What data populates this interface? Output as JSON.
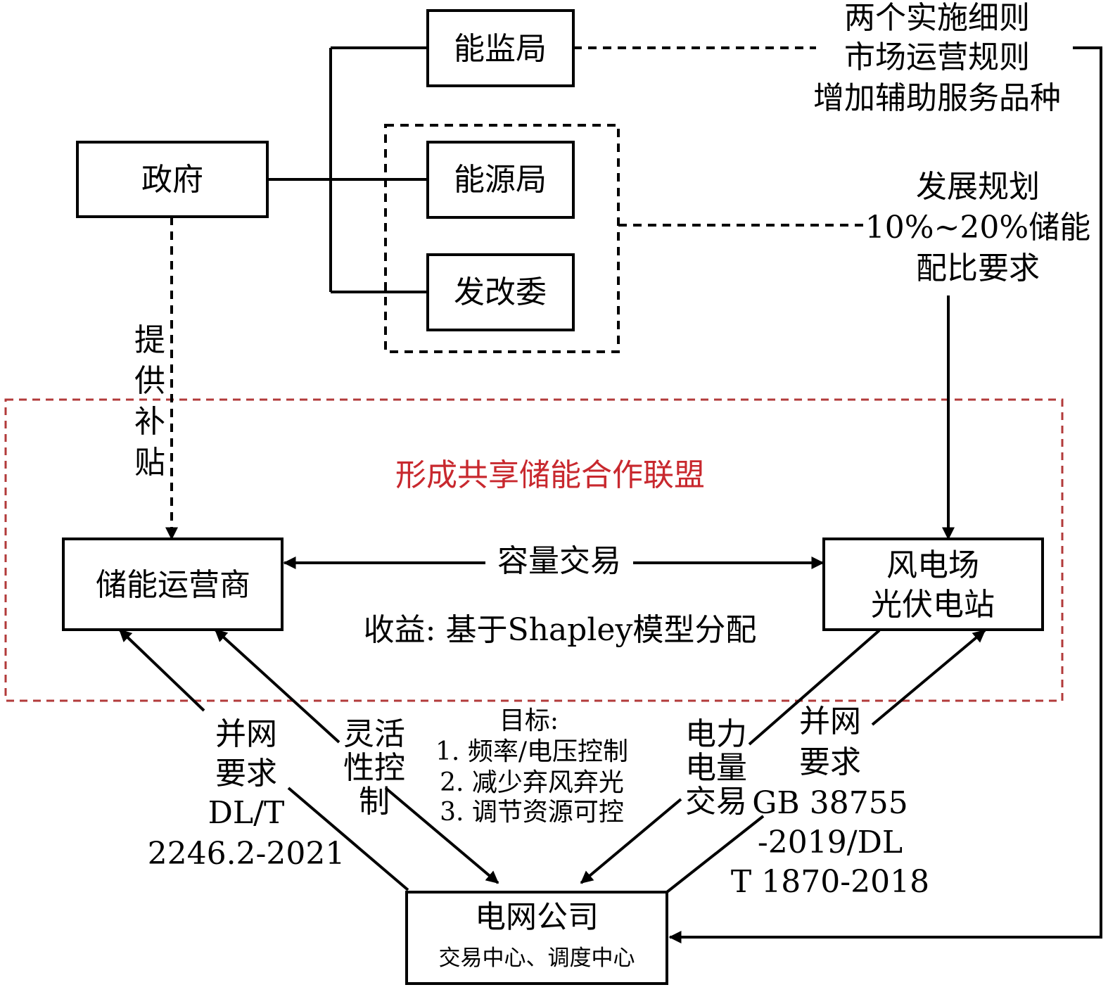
{
  "nodes": {
    "nengjianju": "能监局",
    "zhengfu": "政府",
    "nengyuanju": "能源局",
    "fagaiwei": "发改委",
    "chunengyunyingshang": "储能运营商",
    "fengdianchang": [
      "风电场",
      "光伏电站"
    ],
    "dianwanggongsi": "电网公司",
    "dianwanggongsi_sub": "交易中心、调度中心"
  },
  "labels": {
    "regulations": [
      "两个实施细则",
      "市场运营规则",
      "增加辅助服务品种"
    ],
    "planning": [
      "发展规划",
      "10%~20%储能",
      "配比要求"
    ],
    "subsidy": [
      "提",
      "供",
      "补",
      "贴"
    ],
    "alliance": "形成共享储能合作联盟",
    "capacity_trade": "容量交易",
    "revenue": "收益: 基于Shapley模型分配",
    "grid_req_left": [
      "并网",
      "要求",
      "DL/T",
      "2246.2-2021"
    ],
    "flex_control": [
      "灵活",
      "性控",
      "制"
    ],
    "goals": [
      "目标:",
      "1. 频率/电压控制",
      "2. 减少弃风弃光",
      "3. 调节资源可控"
    ],
    "power_trade": [
      "电力",
      "电量",
      "交易"
    ],
    "grid_req_right": [
      "并网",
      "要求",
      "GB 38755",
      "-2019/DL",
      "T 1870-2018"
    ]
  },
  "colors": {
    "alliance_border": "#b23a3a",
    "alliance_text": "#c8282e"
  }
}
